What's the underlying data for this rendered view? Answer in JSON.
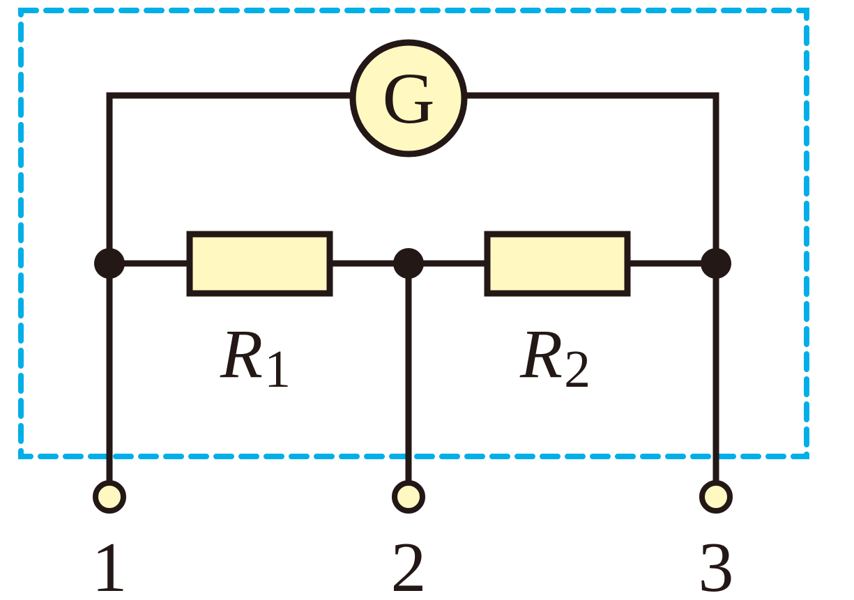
{
  "galvanometer": {
    "symbol": "G"
  },
  "resistors": [
    {
      "letter": "R",
      "subscript": "1"
    },
    {
      "letter": "R",
      "subscript": "2"
    }
  ],
  "terminals": [
    {
      "label": "1"
    },
    {
      "label": "2"
    },
    {
      "label": "3"
    }
  ],
  "colors": {
    "wire": "#231815",
    "component_fill": "#fff9c1",
    "dashed_box": "#00aee8"
  }
}
